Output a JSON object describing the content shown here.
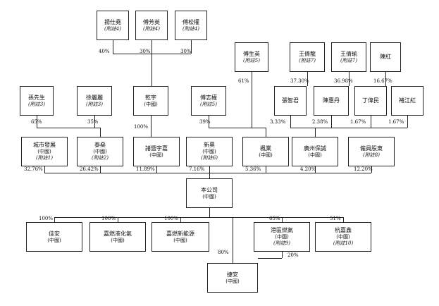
{
  "nodes": {
    "n_yang": {
      "name": "揚仕堯",
      "sub": "",
      "note": "(附註4)"
    },
    "n_fu_fy": {
      "name": "傅芳英",
      "sub": "",
      "note": "(附註4)"
    },
    "n_fu_sg": {
      "name": "傅松權",
      "sub": "",
      "note": "(附註4)"
    },
    "n_fu_sy": {
      "name": "傅生英",
      "sub": "",
      "note": "(附註5)"
    },
    "n_wang_q": {
      "name": "王倩龍",
      "sub": "",
      "note": "(附註7)"
    },
    "n_wang_y": {
      "name": "王倩瑜",
      "sub": "",
      "note": "(附註7)"
    },
    "n_chen_h": {
      "name": "陳紅",
      "sub": "",
      "note": ""
    },
    "n_sun": {
      "name": "孫先生",
      "sub": "",
      "note": "(附註3)"
    },
    "n_xu": {
      "name": "徐麗麗",
      "sub": "",
      "note": "(附註3)"
    },
    "n_qianyu": {
      "name": "乾宇",
      "sub": "(中國)",
      "note": ""
    },
    "n_fu_zq": {
      "name": "傅志權",
      "sub": "",
      "note": "(附註5)"
    },
    "n_zhang": {
      "name": "張智君",
      "sub": "",
      "note": ""
    },
    "n_chen_hd": {
      "name": "陳惠丹",
      "sub": "",
      "note": ""
    },
    "n_ding": {
      "name": "丁偉民",
      "sub": "",
      "note": ""
    },
    "n_chu": {
      "name": "褚江紅",
      "sub": "",
      "note": ""
    },
    "n_city": {
      "name": "城市發展",
      "sub": "(中國)",
      "note": "(附註1)"
    },
    "n_tai": {
      "name": "泰燊",
      "sub": "(中國)",
      "note": "(附註2)"
    },
    "n_zhuji": {
      "name": "諸暨宇嘉",
      "sub": "(中國)",
      "note": ""
    },
    "n_xinao": {
      "name": "新奧",
      "sub": "(中國)",
      "note": "(附註6)"
    },
    "n_fengye": {
      "name": "楓業",
      "sub": "(中國)",
      "note": ""
    },
    "n_gzbc": {
      "name": "廣州保誠",
      "sub": "(中國)",
      "note": ""
    },
    "n_emp": {
      "name": "僱員股東",
      "sub": "",
      "note": "(附註8)"
    },
    "n_company": {
      "name": "本公司",
      "sub": "(中國)",
      "note": ""
    },
    "n_jiaan": {
      "name": "佳安",
      "sub": "(中國)",
      "note": ""
    },
    "n_jiaran_lq": {
      "name": "嘉燃液化氣",
      "sub": "(中國)",
      "note": ""
    },
    "n_jiaran_xny": {
      "name": "嘉燃新能源",
      "sub": "(中國)",
      "note": ""
    },
    "n_ganggu": {
      "name": "港區燃氣",
      "sub": "(中國)",
      "note": "(附註9)"
    },
    "n_hangjx": {
      "name": "杭嘉鑫",
      "sub": "(中國)",
      "note": "(附註10)"
    },
    "n_jiean": {
      "name": "捷安",
      "sub": "(中國)",
      "note": ""
    }
  },
  "percentages": {
    "p_yang": "40%",
    "p_fu_fy": "30%",
    "p_fu_sg": "30%",
    "p_qianyu_zhuji": "100%",
    "p_sun": "65%",
    "p_xu": "35%",
    "p_fu_zq": "39%",
    "p_fu_sy": "61%",
    "p_wang_q": "37.30%",
    "p_wang_y": "36.98%",
    "p_chen_h": "16.67%",
    "p_zhang": "3.33%",
    "p_chen_hd": "2.38%",
    "p_ding": "1.67%",
    "p_chu": "1.67%",
    "p_city": "32.76%",
    "p_tai": "26.42%",
    "p_zhuji": "11.89%",
    "p_xinao": "7.16%",
    "p_fengye": "5.36%",
    "p_gzbc": "4.20%",
    "p_emp": "12.20%",
    "p_jiaan": "100%",
    "p_jiaran_lq": "100%",
    "p_jiaran_xny": "100%",
    "p_ganggu": "65%",
    "p_hangjx": "51%",
    "p_jiean_company": "80%",
    "p_jiean_ganggu": "20%"
  }
}
